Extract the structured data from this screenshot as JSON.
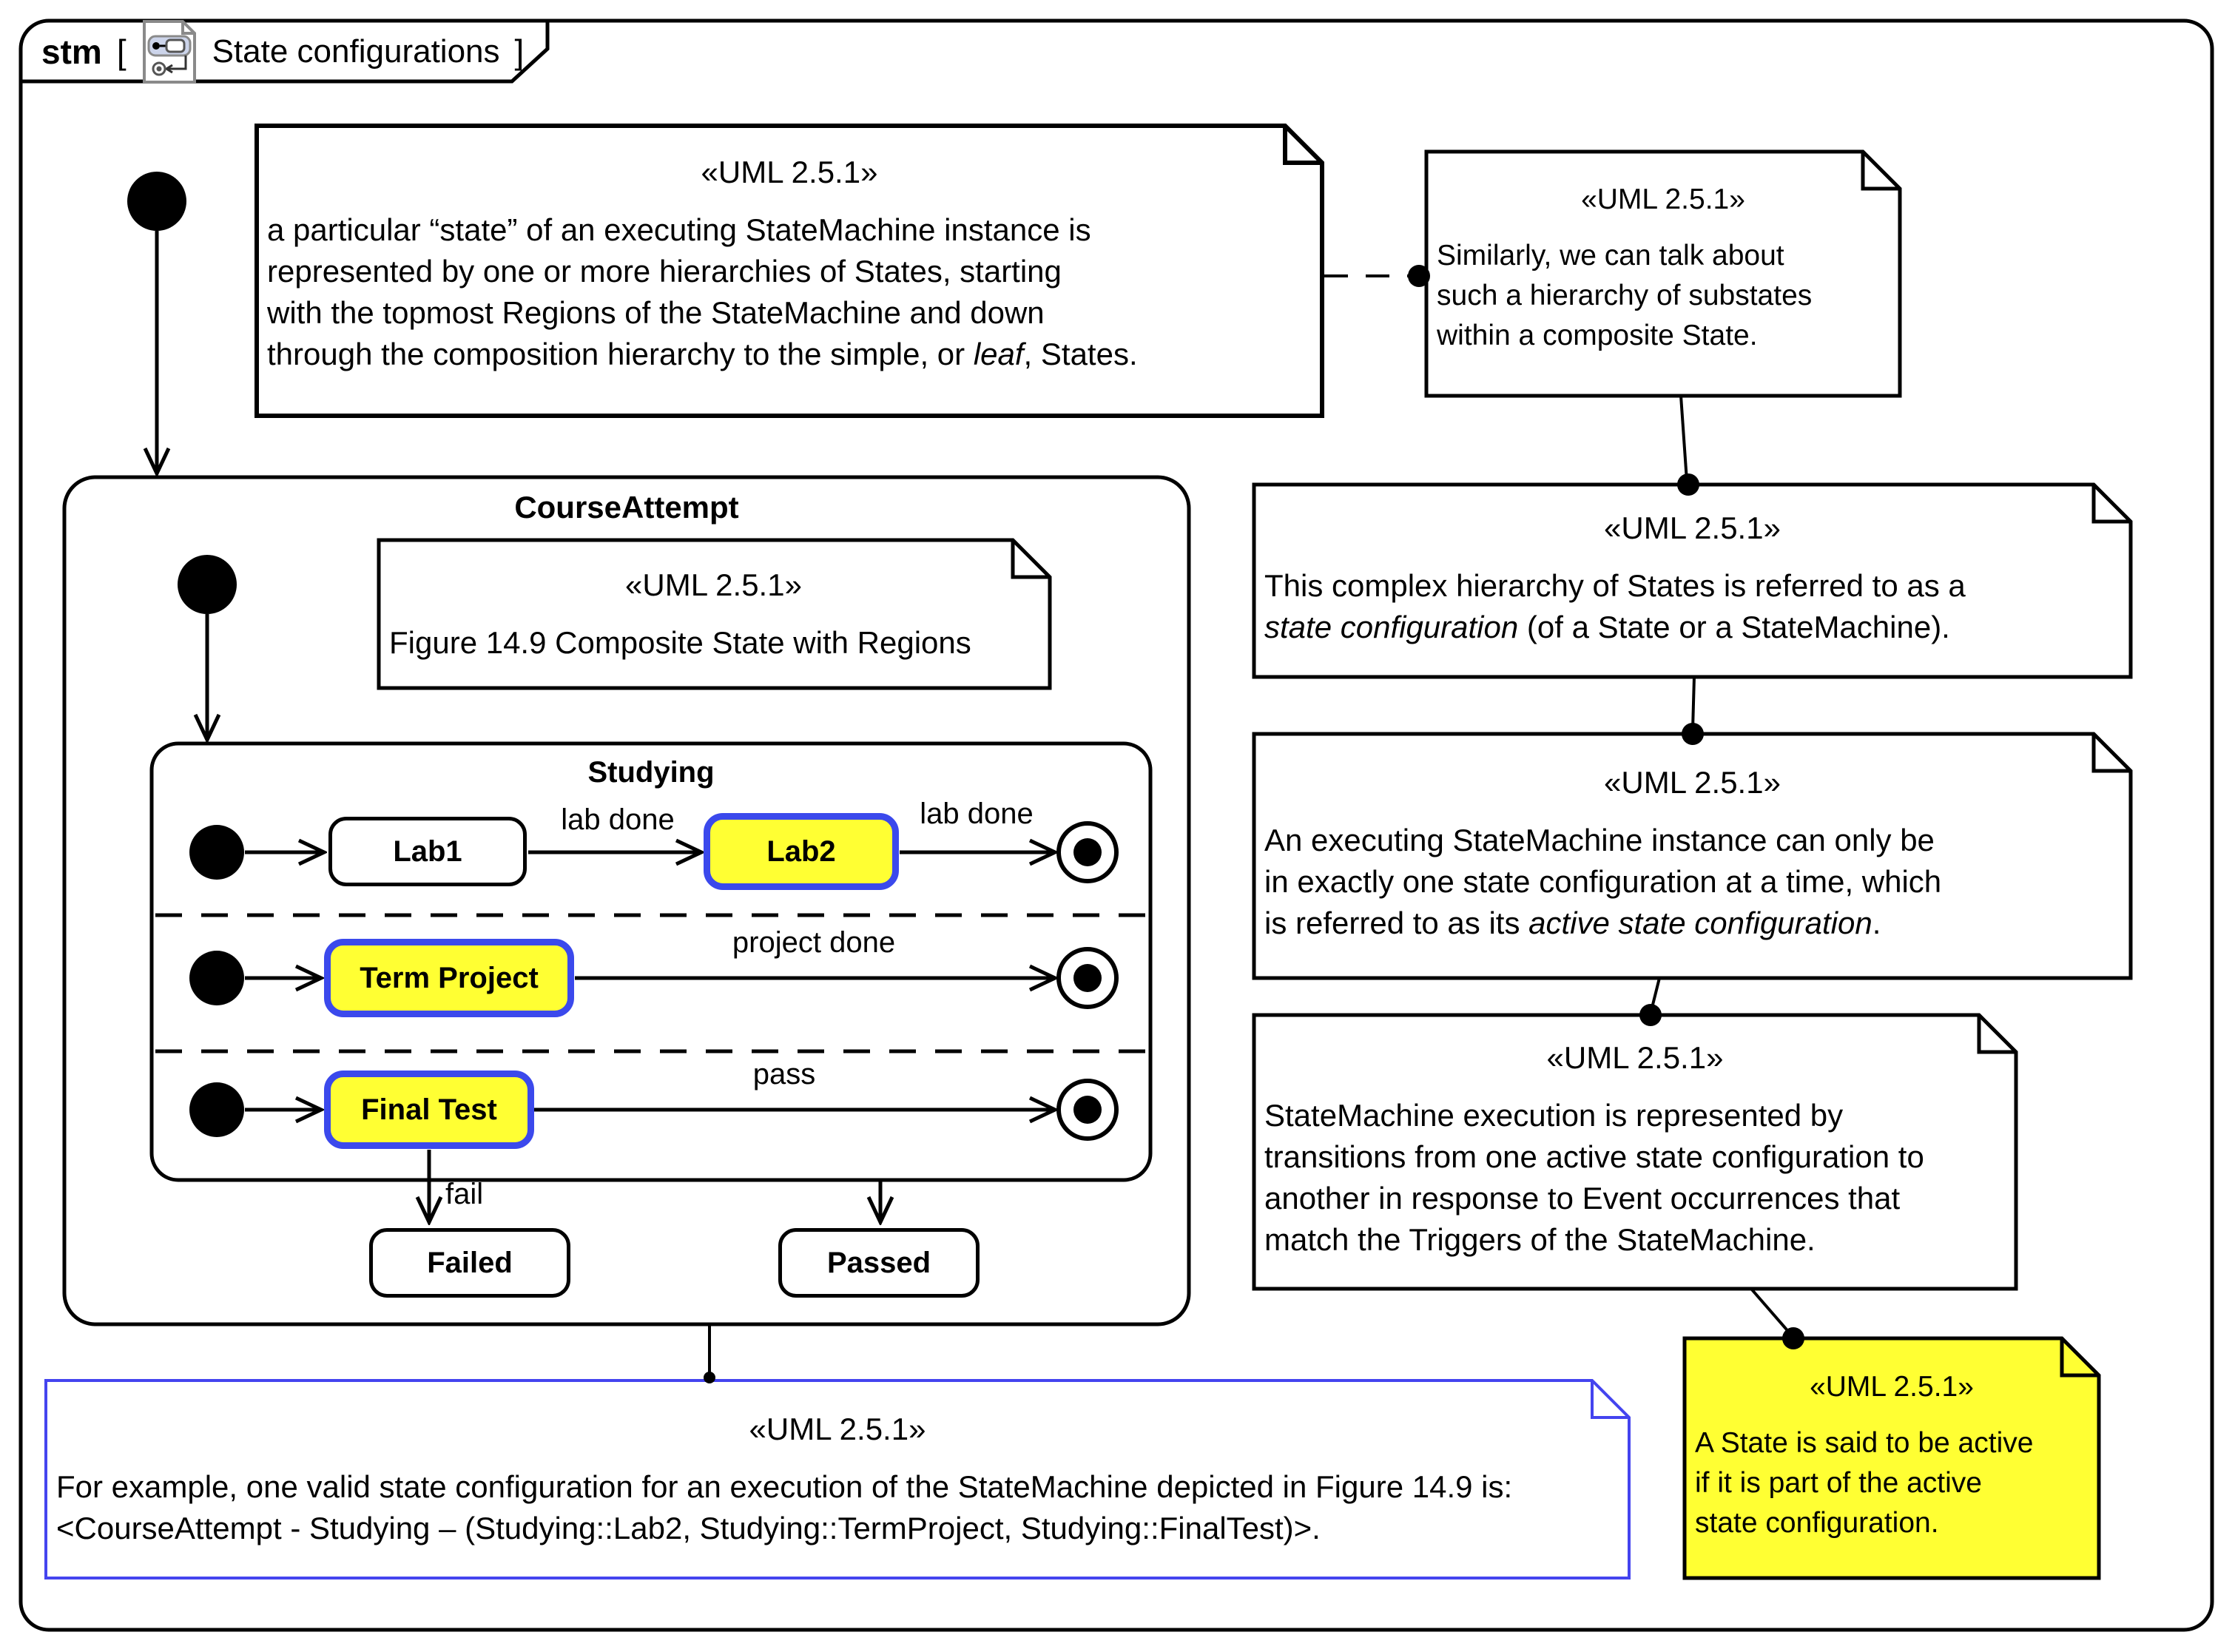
{
  "frame": {
    "keyword": "stm",
    "bracket_open": "[",
    "bracket_close": "]",
    "title": "State configurations"
  },
  "colors": {
    "highlight_fill": "#ffff33",
    "highlight_border": "#3b49ec",
    "example_note_border": "#4444ef",
    "line": "#000000",
    "icon_gray": "#8a8a8a",
    "icon_machine_fill": "#ccd4ea"
  },
  "icons": {
    "tab_icon": "statemachine-diagram-icon"
  },
  "notes": {
    "hierarchy": {
      "header": "«UML 2.5.1»",
      "lines": [
        [
          {
            "t": "a particular “state” of an executing StateMachine instance is"
          }
        ],
        [
          {
            "t": "represented by one or more hierarchies of States, starting"
          }
        ],
        [
          {
            "t": "with the topmost Regions of the StateMachine and down"
          }
        ],
        [
          {
            "t": "through the composition hierarchy to the simple, or "
          },
          {
            "t": "leaf",
            "i": true
          },
          {
            "t": ", States."
          }
        ]
      ]
    },
    "similarly": {
      "header": "«UML 2.5.1»",
      "lines": [
        [
          {
            "t": "Similarly, we can talk about"
          }
        ],
        [
          {
            "t": "such a hierarchy of substates"
          }
        ],
        [
          {
            "t": "within a composite State."
          }
        ]
      ]
    },
    "complex": {
      "header": "«UML 2.5.1»",
      "lines": [
        [
          {
            "t": "This complex hierarchy of States is referred to as a"
          }
        ],
        [
          {
            "t": "state configuration",
            "i": true
          },
          {
            "t": " (of a State or a StateMachine)."
          }
        ]
      ]
    },
    "executing": {
      "header": "«UML 2.5.1»",
      "lines": [
        [
          {
            "t": "An executing StateMachine instance can only be"
          }
        ],
        [
          {
            "t": "in exactly one state configuration at a time, which"
          }
        ],
        [
          {
            "t": "is referred to as its "
          },
          {
            "t": "active state configuration",
            "i": true
          },
          {
            "t": "."
          }
        ]
      ]
    },
    "execution": {
      "header": "«UML 2.5.1»",
      "lines": [
        [
          {
            "t": "StateMachine execution is represented by"
          }
        ],
        [
          {
            "t": "transitions from one active state configuration to"
          }
        ],
        [
          {
            "t": "another in response to Event occurrences that"
          }
        ],
        [
          {
            "t": "match the Triggers of the StateMachine."
          }
        ]
      ]
    },
    "active": {
      "header": "«UML 2.5.1»",
      "lines": [
        [
          {
            "t": "A State is said to be active"
          }
        ],
        [
          {
            "t": "if it is part of the active"
          }
        ],
        [
          {
            "t": "state configuration."
          }
        ]
      ]
    },
    "example": {
      "header": "«UML 2.5.1»",
      "lines": [
        [
          {
            "t": "For example, one valid state configuration for an execution of the StateMachine depicted in Figure 14.9 is:"
          }
        ],
        [
          {
            "t": "<CourseAttempt - Studying – (Studying::Lab2, Studying::TermProject, Studying::FinalTest)>."
          }
        ]
      ]
    },
    "figure": {
      "header": "«UML 2.5.1»",
      "lines": [
        [
          {
            "t": "Figure 14.9 Composite State with Regions"
          }
        ]
      ]
    }
  },
  "diagram": {
    "course_attempt_label": "CourseAttempt",
    "studying_label": "Studying",
    "states": {
      "lab1": "Lab1",
      "lab2": "Lab2",
      "term_project": "Term Project",
      "final_test": "Final Test",
      "failed": "Failed",
      "passed": "Passed"
    },
    "transitions": {
      "lab_done_1": "lab done",
      "lab_done_2": "lab done",
      "project_done": "project done",
      "pass": "pass",
      "fail": "fail"
    }
  }
}
